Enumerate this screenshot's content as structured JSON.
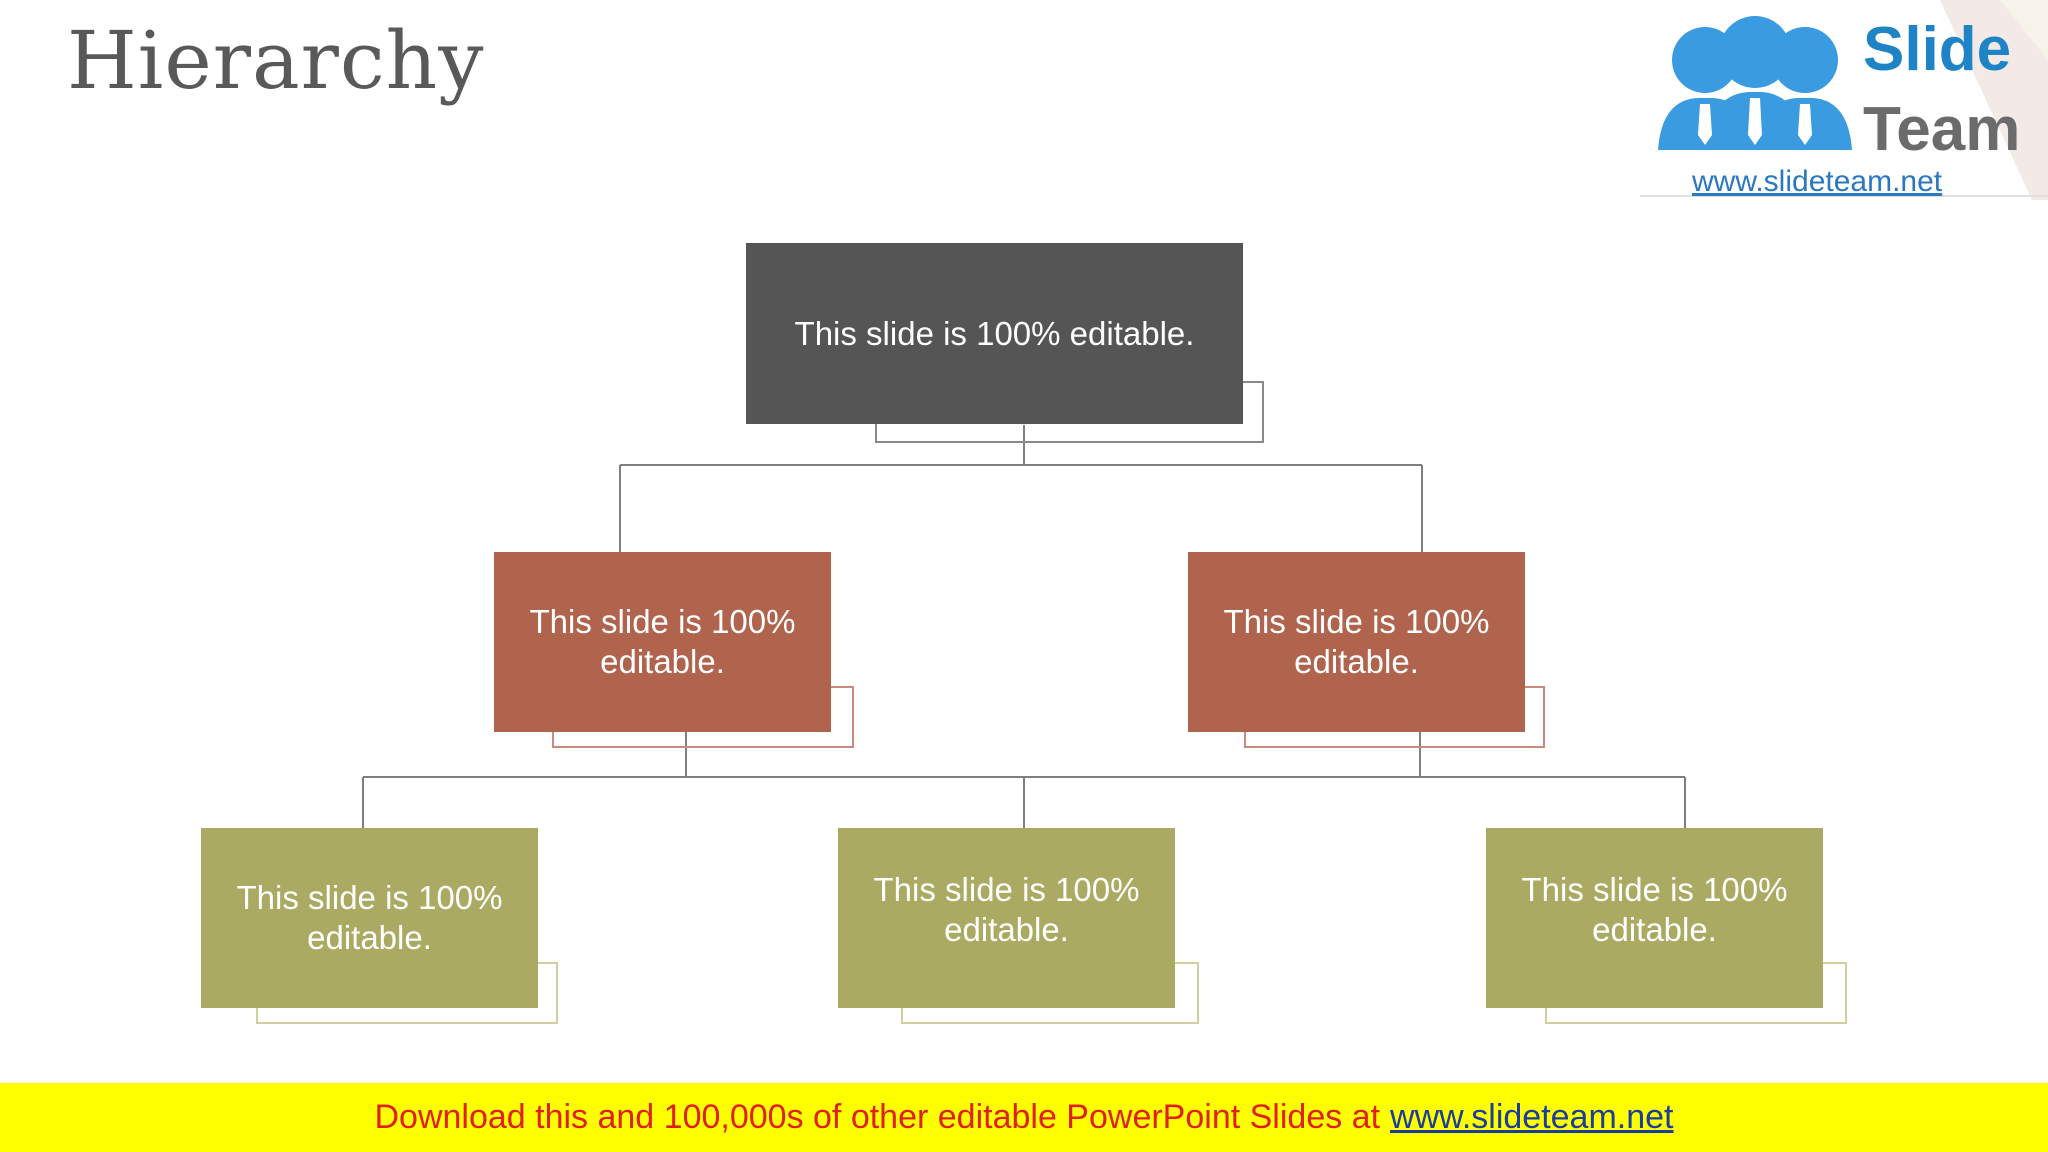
{
  "slide": {
    "title": "Hierarchy"
  },
  "logo": {
    "word1": "Slide",
    "word2": "Team",
    "url": "www.slideteam.net",
    "colors": {
      "blue": "#1f84c6",
      "gray": "#6b6b6b"
    }
  },
  "hierarchy": {
    "root": {
      "text": "This slide is 100% editable."
    },
    "level2": [
      {
        "text": "This slide is 100% editable."
      },
      {
        "text": "This slide is 100% editable."
      }
    ],
    "level3": [
      {
        "text": "This slide is 100% editable."
      },
      {
        "text": "This slide is 100% editable."
      },
      {
        "text": "This slide is 100% editable."
      }
    ],
    "colors": {
      "root": "#555555",
      "level2": "#b0634d",
      "level3": "#abaa62",
      "connector": "#7f7f7f"
    }
  },
  "banner": {
    "text": "Download this and 100,000s of other editable PowerPoint Slides at",
    "link": "www.slideteam.net",
    "colors": {
      "background": "#ffff00",
      "text": "#e0201b",
      "link": "#1a3d9e"
    }
  }
}
